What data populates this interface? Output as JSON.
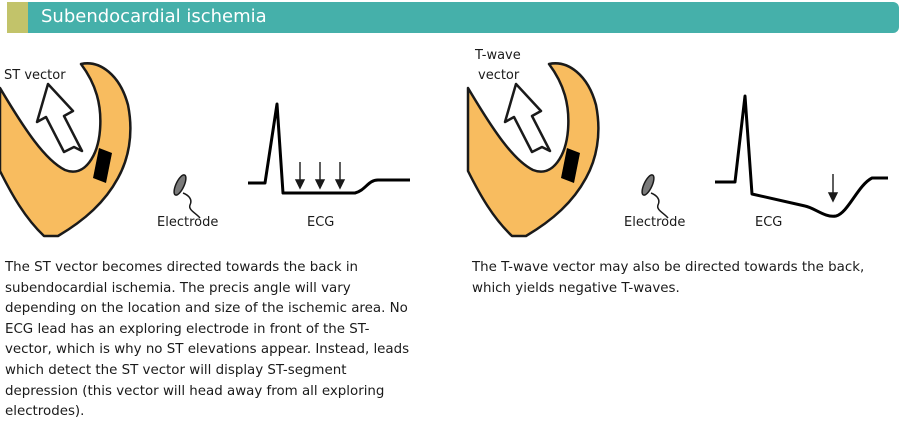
{
  "header": {
    "title": "Subendocardial ischemia"
  },
  "left_panel": {
    "vector_label": "ST vector",
    "electrode_label": "Electrode",
    "ecg_label": "ECG",
    "description": "The ST vector becomes directed towards the back in subendocardial ischemia. The precis angle will vary depending on the location and size of the ischemic area. No ECG lead has an exploring electrode in front of the ST-vector, which is why no ST elevations appear. Instead, leads which detect the ST vector will display ST-segment depression (this vector will head away from all exploring electrodes)."
  },
  "right_panel": {
    "vector_label_line1": "T-wave",
    "vector_label_line2": "vector",
    "electrode_label": "Electrode",
    "ecg_label": "ECG",
    "description": "The T-wave vector may also be directed towards the back, which yields negative T-waves."
  },
  "colors": {
    "header_bg": "#45b0aa",
    "header_accent": "#c2c36a",
    "myocardium": "#f8bc5f",
    "ischemic_zone": "#000000",
    "electrode": "#777777"
  },
  "icons": [
    "heart-wall",
    "st-vector-arrow",
    "t-wave-vector-arrow",
    "electrode-icon",
    "ecg-trace",
    "downward-arrow-icon"
  ]
}
